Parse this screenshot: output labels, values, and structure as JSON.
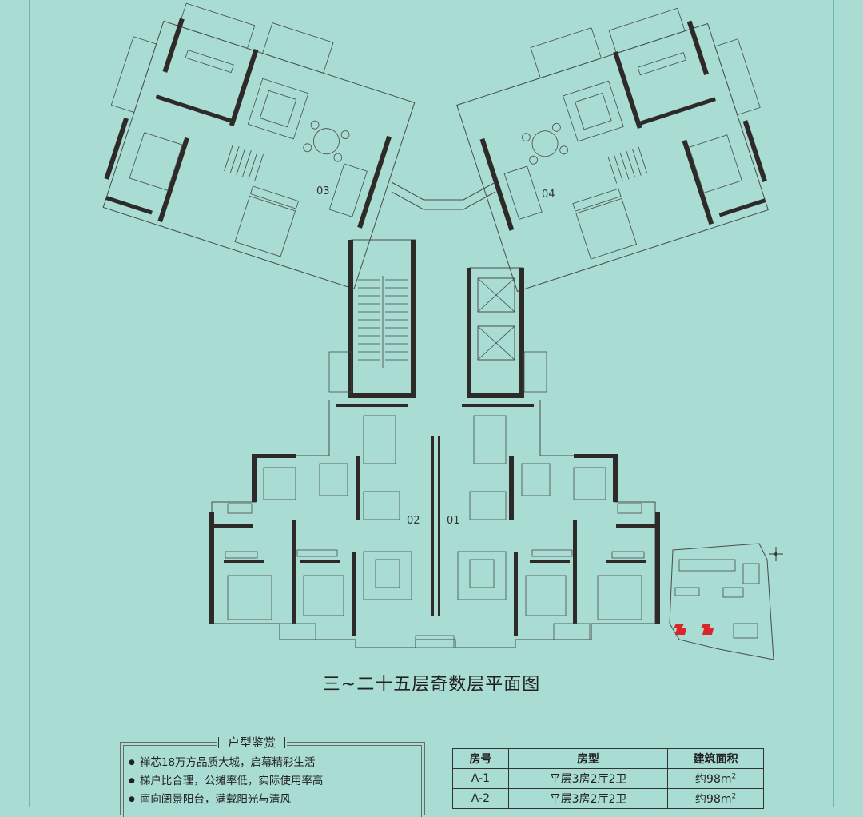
{
  "plan": {
    "title": "三~二十五层奇数层平面图",
    "unit_labels": [
      "03",
      "04",
      "02",
      "01"
    ]
  },
  "features": {
    "title": "户型鉴赏",
    "items": [
      "禅芯18万方品质大城，启幕精彩生活",
      "梯户比合理，公摊率低，实际使用率高",
      "南向阔景阳台，满载阳光与清风"
    ]
  },
  "unit_table": {
    "headers": [
      "房号",
      "房型",
      "建筑面积"
    ],
    "rows": [
      {
        "id": "A-1",
        "type": "平层3房2厅2卫",
        "area": "约98m",
        "area_sup": "2"
      },
      {
        "id": "A-2",
        "type": "平层3房2厅2卫",
        "area": "约98m",
        "area_sup": "2"
      }
    ]
  },
  "colors": {
    "background": "#a9ddd4",
    "wall": "#2e2a28",
    "highlight": "#d9262c"
  }
}
